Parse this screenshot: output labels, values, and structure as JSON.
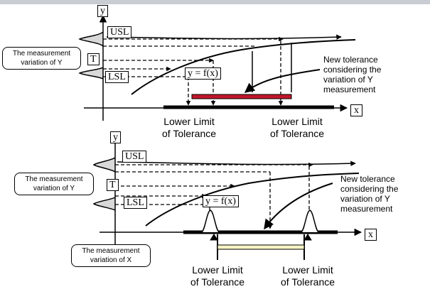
{
  "colors": {
    "line": "#000000",
    "new_tolerance_bar_top": "#c0182a",
    "new_tolerance_bar_bottom": "#f7f5c4",
    "top_strip": "#c9ccd2"
  },
  "top": {
    "y_axis": "y",
    "x_axis": "x",
    "usl": "USL",
    "t": "T",
    "lsl": "LSL",
    "function_label": "y = f(x)",
    "y_measurement_bubble": "The measurement\nvariation of Y",
    "new_tolerance": "New tolerance\nconsidering the\nvariation of Y\nmeasurement",
    "lower_limit_left": "Lower Limit\nof Tolerance",
    "lower_limit_right": "Lower Limit\nof Tolerance"
  },
  "bottom": {
    "y_axis": "y",
    "x_axis": "x",
    "usl": "USL",
    "t": "T",
    "lsl": "LSL",
    "function_label": "y = f(x)",
    "y_measurement_bubble": "The measurement\nvariation of Y",
    "x_measurement_bubble": "The measurement\nvariation of X",
    "new_tolerance": "New tolerance\nconsidering the\nvariation of Y\nmeasurement",
    "lower_limit_left": "Lower Limit\nof Tolerance",
    "lower_limit_right": "Lower Limit\nof Tolerance"
  }
}
